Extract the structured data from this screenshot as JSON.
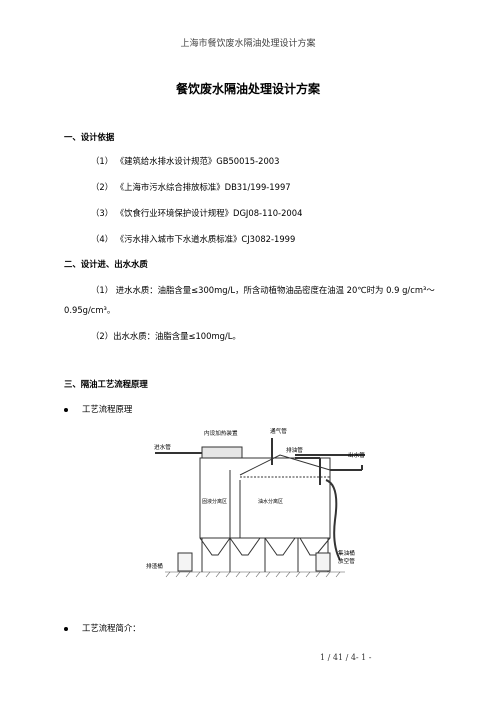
{
  "header": "上海市餐饮废水隔油处理设计方案",
  "title": "餐饮废水隔油处理设计方案",
  "sections": {
    "s1": "一、设计依据",
    "s1_items": [
      "（1）  《建筑给水排水设计规范》GB50015-2003",
      "（2）  《上海市污水综合排放标准》DB31/199-1997",
      "（3）  《饮食行业环境保护设计规程》DGJ08-110-2004",
      "（4）  《污水排入城市下水道水质标准》CJ3082-1999"
    ],
    "s2": "二、设计进、出水水质",
    "s2_p1a": "（1）  进水水质：油脂含量≤300mg/L，所含动植物油品密度在油温 20℃时为 0.9  g/cm³～",
    "s2_p1b": "0.95g/cm³。",
    "s2_p2": "（2）出水水质：油脂含量≤100mg/L。",
    "s3": "三、隔油工艺流程原理",
    "bullet1": "工艺流程原理",
    "bullet2": "工艺流程简介："
  },
  "diagram": {
    "labels": {
      "inlet": "进水管",
      "heater": "内设加热装置",
      "vent": "通气管",
      "oil_pipe": "排油管",
      "outlet": "出水管",
      "grit_zone": "固液分离区",
      "oil_zone": "油水分离区",
      "sludge": "排渣桶",
      "collector_1": "集油桶",
      "collector_2": "放空管"
    }
  },
  "footer": "1 / 41 / 4- 1 -"
}
